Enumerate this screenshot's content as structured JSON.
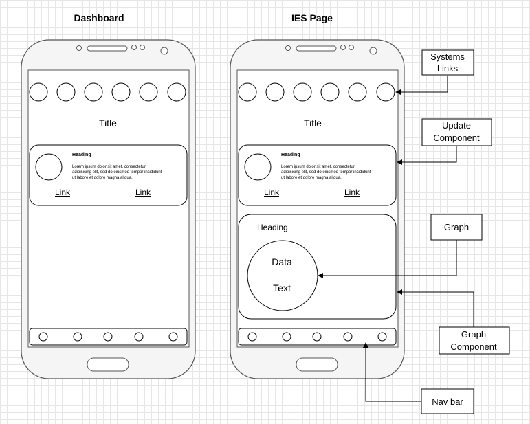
{
  "dashboard": {
    "label": "Dashboard",
    "title": "Title",
    "card": {
      "heading": "Heading",
      "body_lines": [
        "Lorem ipsum dolor sit amet, consectetur",
        "adipisicing elit, sed do eiusmod tempor incididunt",
        "ut labore et dolore magna aliqua."
      ],
      "links": [
        "Link",
        "Link"
      ]
    }
  },
  "ies": {
    "label": "IES Page",
    "title": "Title",
    "card": {
      "heading": "Heading",
      "body_lines": [
        "Lorem ipsum dolor sit amet, consectetur",
        "adipisicing elit, sed do eiusmod tempor incididunt",
        "ut labore et dolore magna aliqua."
      ],
      "links": [
        "Link",
        "Link"
      ]
    },
    "graph": {
      "heading": "Heading",
      "data_label": "Data",
      "text_label": "Text"
    }
  },
  "callouts": {
    "systems_links": [
      "Systems",
      "Links"
    ],
    "update_component": [
      "Update",
      "Component"
    ],
    "graph": [
      "Graph"
    ],
    "graph_component": [
      "Graph",
      "Component"
    ],
    "nav_bar": [
      "Nav bar"
    ]
  }
}
